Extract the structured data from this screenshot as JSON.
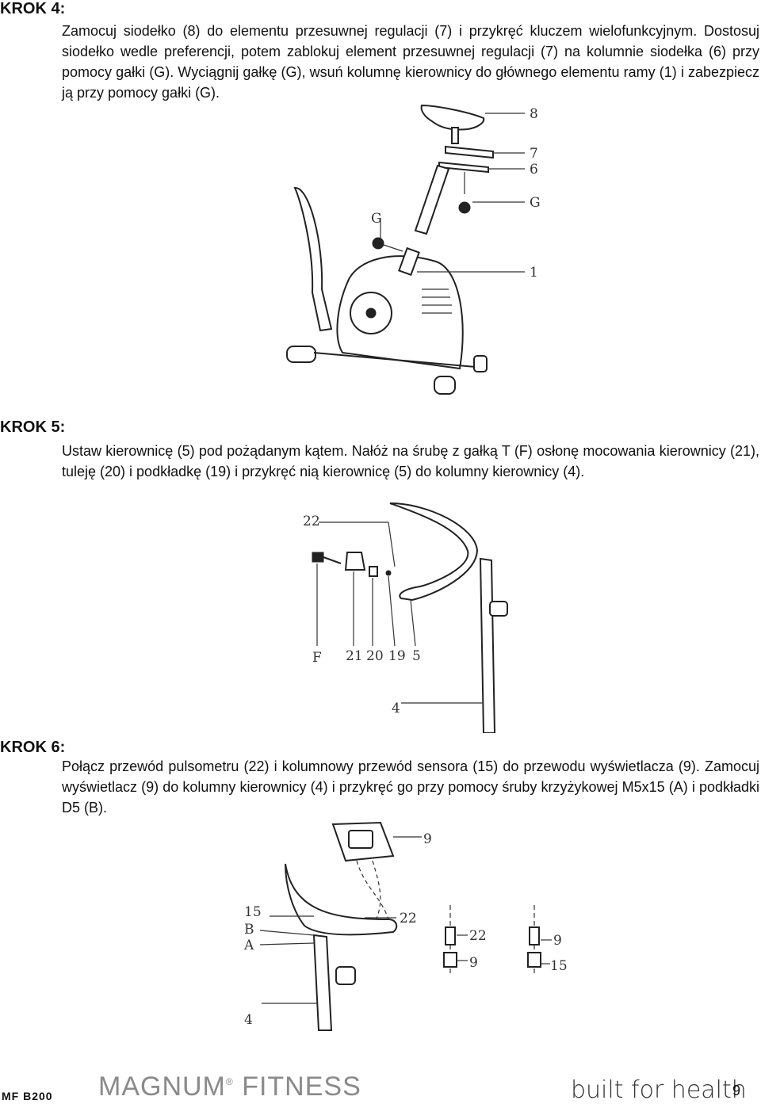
{
  "steps": [
    {
      "heading": "KROK 4:",
      "text": "Zamocuj siodełko (8) do elementu przesuwnej regulacji (7) i przykręć kluczem wielofunkcyjnym. Dostosuj siodełko wedle preferencji, potem zablokuj element przesuwnej regulacji (7) na kolumnie siodełka (6) przy pomocy gałki (G). Wyciągnij gałkę (G), wsuń kolumnę kierownicy do głównego elementu ramy (1) i zabezpiecz ją przy pomocy gałki (G).",
      "labels": {
        "l8": "8",
        "l7": "7",
        "l6": "6",
        "lG1": "G",
        "lG2": "G",
        "l1": "1"
      }
    },
    {
      "heading": "KROK 5:",
      "text": "Ustaw kierownicę (5) pod pożądanym kątem. Nałóż na śrubę z gałką T (F) osłonę mocowania kierownicy (21), tuleję (20) i podkładkę (19) i przykręć nią kierownicę (5) do kolumny kierownicy (4).",
      "labels": {
        "l22": "22",
        "lF": "F",
        "l21": "21",
        "l20": "20",
        "l19": "19",
        "l5": "5",
        "l4": "4"
      }
    },
    {
      "heading": "KROK 6:",
      "text": "Połącz przewód pulsometru (22) i kolumnowy przewód sensora (15) do przewodu wyświetlacza (9). Zamocuj wyświetlacz (9) do kolumny kierownicy (4) i przykręć go przy pomocy śruby krzyżykowej M5x15 (A) i podkładki D5 (B).",
      "labels": {
        "l9": "9",
        "l15": "15",
        "lB": "B",
        "lA": "A",
        "l22": "22",
        "l4": "4",
        "c22": "22",
        "c9a": "9",
        "c9b": "9",
        "c15": "15"
      }
    }
  ],
  "footer": {
    "model": "MF B200",
    "brand": "MAGNUM",
    "brand_reg": "®",
    "brand2": "FITNESS",
    "slogan": "built for health",
    "page": "9"
  }
}
